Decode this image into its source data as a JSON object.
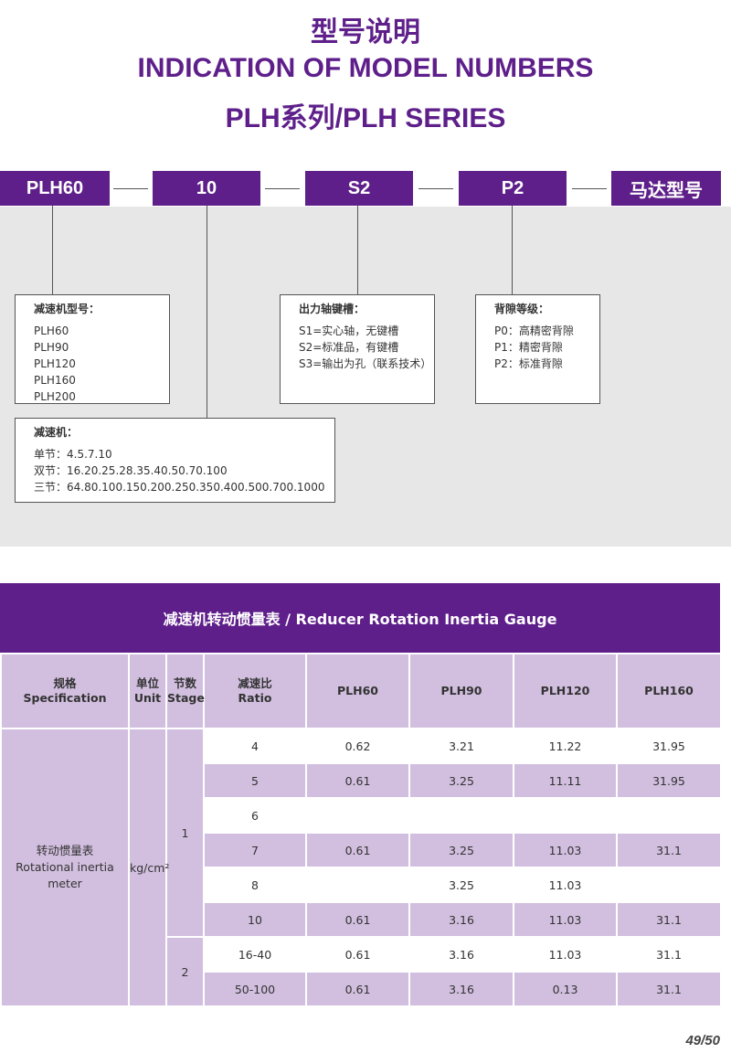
{
  "header": {
    "title_cn": "型号说明",
    "title_en": "INDICATION OF MODEL NUMBERS",
    "series": "PLH系列/PLH SERIES"
  },
  "model_code": {
    "segments": [
      "PLH60",
      "10",
      "S2",
      "P2",
      "马达型号"
    ]
  },
  "info_boxes": {
    "reducer_model": {
      "heading": "减速机型号：",
      "items": [
        "PLH60",
        "PLH90",
        "PLH120",
        "PLH160",
        "PLH200"
      ]
    },
    "output_shaft": {
      "heading": "出力轴键槽：",
      "items": [
        "S1=实心轴，无键槽",
        "S2=标准品，有键槽",
        "S3=输出为孔（联系技术）"
      ]
    },
    "backlash": {
      "heading": "背隙等级：",
      "items": [
        "P0：高精密背隙",
        "P1：精密背隙",
        "P2：标准背隙"
      ]
    },
    "reducer": {
      "heading": "减速机：",
      "items": [
        "单节：4.5.7.10",
        "双节：16.20.25.28.35.40.50.70.100",
        "三节：64.80.100.150.200.250.350.400.500.700.1000"
      ]
    }
  },
  "inertia_table": {
    "title": "减速机转动惯量表   /  Reducer Rotation Inertia Gauge",
    "headers": {
      "spec_cn": "规格",
      "spec_en": "Specification",
      "unit_cn": "单位",
      "unit_en": "Unit",
      "stage_cn": "节数",
      "stage_en": "Stage",
      "ratio_cn": "减速比",
      "ratio_en": "Ratio",
      "models": [
        "PLH60",
        "PLH90",
        "PLH120",
        "PLH160"
      ]
    },
    "spec_cn": "转动惯量表",
    "spec_en": "Rotational inertia meter",
    "unit": "kg/cm²",
    "stage1": "1",
    "stage2": "2",
    "rows": [
      {
        "ratio": "4",
        "v": [
          "0.62",
          "3.21",
          "11.22",
          "31.95"
        ]
      },
      {
        "ratio": "5",
        "v": [
          "0.61",
          "3.25",
          "11.11",
          "31.95"
        ]
      },
      {
        "ratio": "6",
        "v": [
          "",
          "",
          "",
          ""
        ]
      },
      {
        "ratio": "7",
        "v": [
          "0.61",
          "3.25",
          "11.03",
          "31.1"
        ]
      },
      {
        "ratio": "8",
        "v": [
          "",
          "3.25",
          "11.03",
          ""
        ]
      },
      {
        "ratio": "10",
        "v": [
          "0.61",
          "3.16",
          "11.03",
          "31.1"
        ]
      },
      {
        "ratio": "16-40",
        "v": [
          "0.61",
          "3.16",
          "11.03",
          "31.1"
        ]
      },
      {
        "ratio": "50-100",
        "v": [
          "0.61",
          "3.16",
          "0.13",
          "31.1"
        ]
      }
    ]
  },
  "page_number": "49/50",
  "colors": {
    "brand_purple": "#5e1f8a",
    "light_purple": "#d2bfdf",
    "band_grey": "#e7e7e7"
  }
}
